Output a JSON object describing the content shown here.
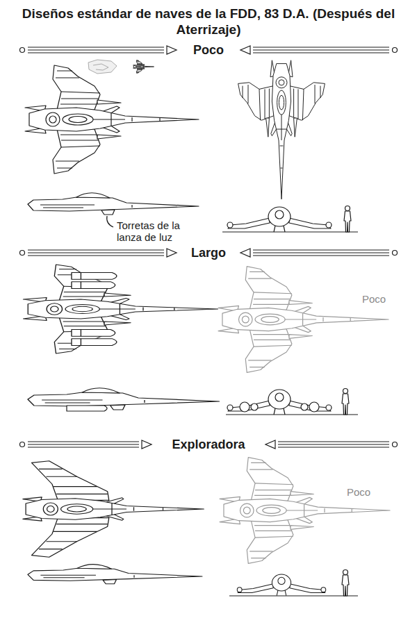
{
  "diagram": {
    "title": "Diseños estándar de naves de la FDD, 83 D.A. (Después del Aterrizaje)",
    "labels": [
      "Poco",
      "Torretas de la lanza de luz",
      "Largo",
      "Poco",
      "Exploradora",
      "Poco"
    ]
  }
}
